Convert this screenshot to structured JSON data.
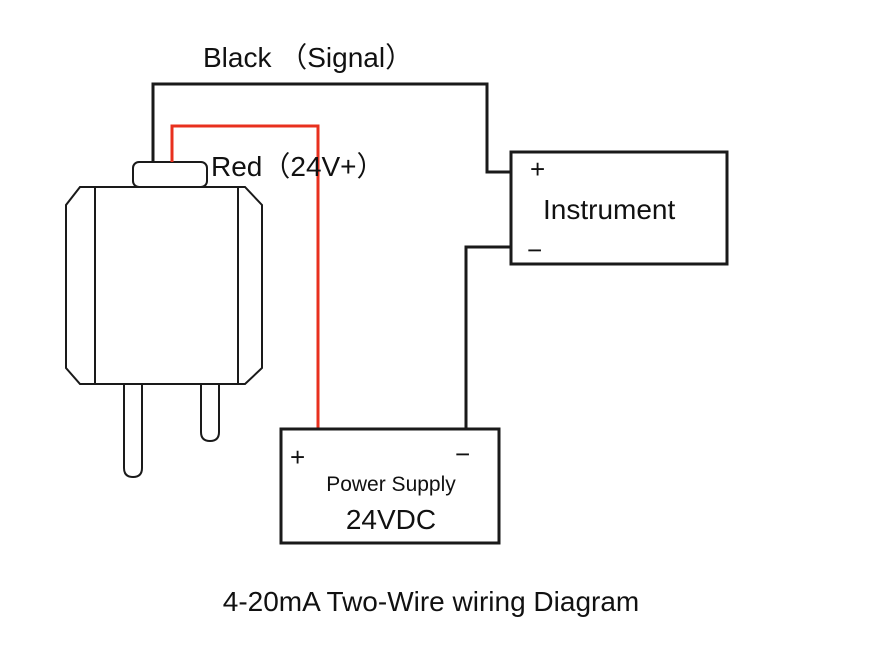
{
  "labels": {
    "black_wire": "Black （Signal）",
    "red_wire": "Red（24V+）",
    "instrument": "Instrument",
    "instrument_plus": "+",
    "instrument_minus": "−",
    "power_supply": "Power Supply",
    "power_voltage": "24VDC",
    "power_plus": "+",
    "power_minus": "−",
    "caption": "4-20mA Two-Wire wiring Diagram"
  },
  "colors": {
    "signal_wire": "#1a1a1a",
    "power_wire": "#e8301e",
    "outline": "#1a1a1a"
  }
}
